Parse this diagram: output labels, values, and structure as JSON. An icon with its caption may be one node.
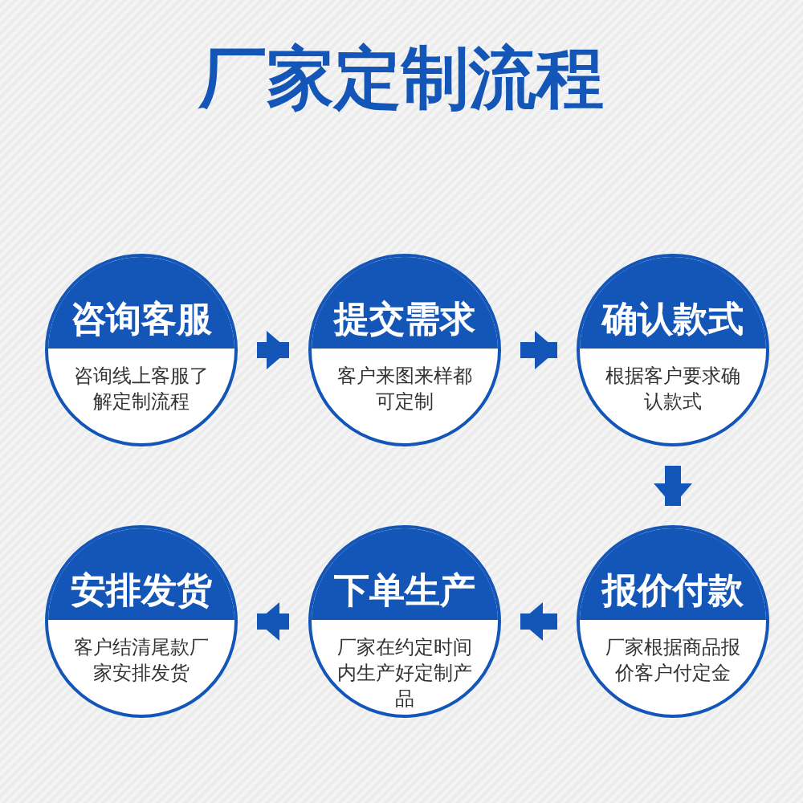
{
  "diagram": {
    "title": "厂家定制流程",
    "nodes": [
      {
        "text": [
          "咨询客服",
          "咨询线上客服了解定制流程"
        ]
      },
      {
        "text": [
          "提交需求",
          "客户来图来样都可定制"
        ]
      },
      {
        "text": [
          "确认款式",
          "根据客户要求确认款式"
        ]
      },
      {
        "text": [
          "安排发货",
          "客户结清尾款厂家安排发货"
        ]
      },
      {
        "text": [
          "下单生产",
          "厂家在约定时间内生产好定制产品"
        ]
      },
      {
        "text": [
          "报价付款",
          "厂家根据商品报价客户付定金"
        ]
      }
    ],
    "edges": [
      {
        "from": 0,
        "to": 1,
        "arrow": "to"
      },
      {
        "from": 1,
        "to": 2,
        "arrow": "to"
      },
      {
        "from": 2,
        "to": 5,
        "arrow": "to"
      },
      {
        "from": 5,
        "to": 4,
        "arrow": "to"
      },
      {
        "from": 4,
        "to": 3,
        "arrow": "to"
      }
    ]
  }
}
